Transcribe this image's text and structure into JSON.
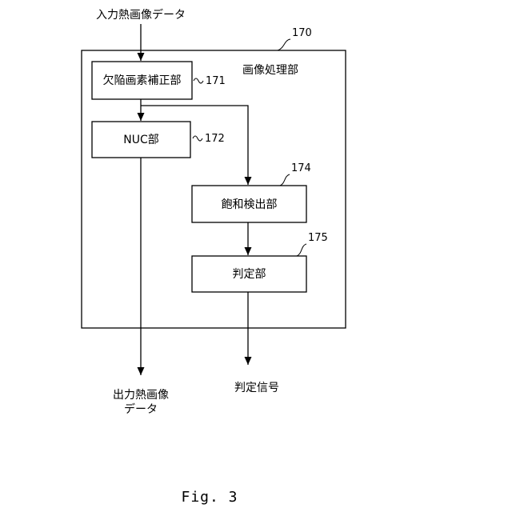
{
  "input_label": "入力熱画像データ",
  "unit": {
    "label": "画像処理部",
    "ref": "170"
  },
  "blocks": {
    "defect": {
      "label": "欠陥画素補正部",
      "ref": "171"
    },
    "nuc": {
      "label": "NUC部",
      "ref": "172"
    },
    "saturation": {
      "label": "飽和検出部",
      "ref": "174"
    },
    "judge": {
      "label": "判定部",
      "ref": "175"
    }
  },
  "outputs": {
    "image_line1": "出力熱画像",
    "image_line2": "データ",
    "signal": "判定信号"
  },
  "figure_label": "Fig. 3"
}
